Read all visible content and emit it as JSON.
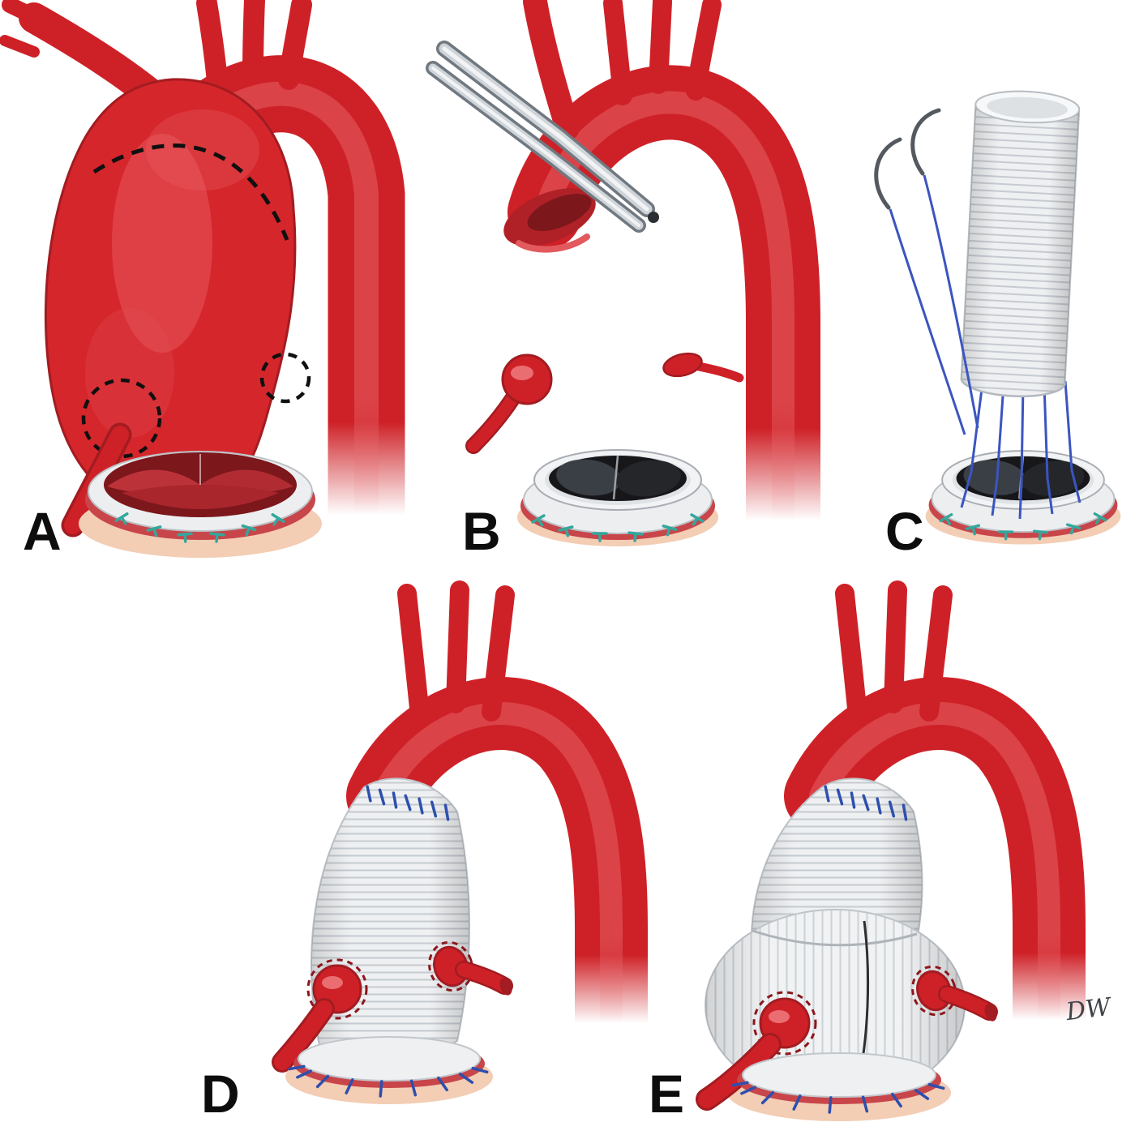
{
  "panels": [
    {
      "label": "A"
    },
    {
      "label": "B"
    },
    {
      "label": "C"
    },
    {
      "label": "D"
    },
    {
      "label": "E"
    }
  ],
  "signature": "DW",
  "colors": {
    "aorta_red": "#ce2127",
    "aorta_shadow": "#a21c21",
    "aorta_highlight": "#ea6d71",
    "graft_white": "#eef0f2",
    "graft_ridge": "#c6cbd0",
    "suture_blue": "#2d4fae",
    "thread_blue": "#3b55c0",
    "stitch_teal": "#35a79c",
    "tissue_pink": "#f3cdb4",
    "cuff_red": "#c8454a",
    "valve_black": "#17171a",
    "instrument_gray": "#cfd4d9",
    "resection_line_black": "#101010",
    "background": "#ffffff"
  }
}
